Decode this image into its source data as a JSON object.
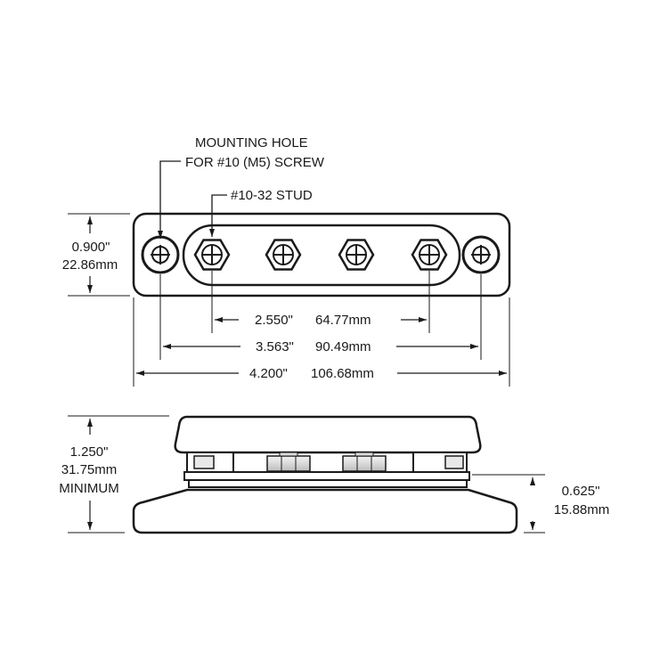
{
  "top_view": {
    "mounting_hole_label_line1": "MOUNTING HOLE",
    "mounting_hole_label_line2": "FOR #10 (M5) SCREW",
    "stud_label": "#10-32 STUD",
    "height_in": "0.900\"",
    "height_mm": "22.86mm",
    "stud_span_in": "2.550\"",
    "stud_span_mm": "64.77mm",
    "hole_span_in": "3.563\"",
    "hole_span_mm": "90.49mm",
    "overall_in": "4.200\"",
    "overall_mm": "106.68mm"
  },
  "side_view": {
    "total_height_in": "1.250\"",
    "total_height_mm": "31.75mm",
    "total_height_note": "MINIMUM",
    "base_height_in": "0.625\"",
    "base_height_mm": "15.88mm"
  }
}
